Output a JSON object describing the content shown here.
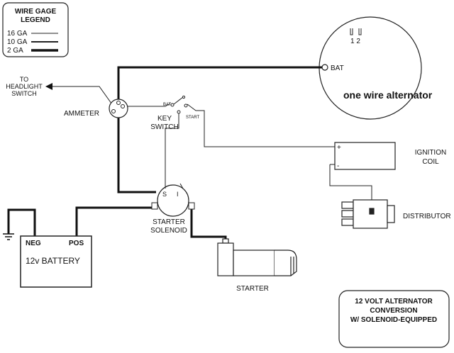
{
  "legend": {
    "title_line1": "WIRE GAGE",
    "title_line2": "LEGEND",
    "rows": [
      {
        "label": "16 GA"
      },
      {
        "label": "10 GA"
      },
      {
        "label": "2 GA"
      }
    ]
  },
  "alternator": {
    "terminals": "1  2",
    "bat_label": "BAT",
    "caption": "one wire alternator"
  },
  "headlight": {
    "line1": "TO",
    "line2": "HEADLIGHT",
    "line3": "SWITCH"
  },
  "ammeter": {
    "label": "AMMETER"
  },
  "key_switch": {
    "line1": "KEY",
    "line2": "SWITCH",
    "bat": "BAT",
    "start": "START"
  },
  "ignition_coil": {
    "line1": "IGNITION",
    "line2": "COIL",
    "plus": "+",
    "minus": "-"
  },
  "distributor": {
    "label": "DISTRIBUTOR"
  },
  "solenoid": {
    "line1": "STARTER",
    "line2": "SOLENOID",
    "s": "S",
    "i": "I"
  },
  "battery": {
    "neg": "NEG",
    "pos": "POS",
    "label": "12v BATTERY"
  },
  "starter": {
    "label": "STARTER"
  },
  "title_box": {
    "line1": "12 VOLT ALTERNATOR",
    "line2": "CONVERSION",
    "line3": "W/ SOLENOID-EQUIPPED"
  }
}
